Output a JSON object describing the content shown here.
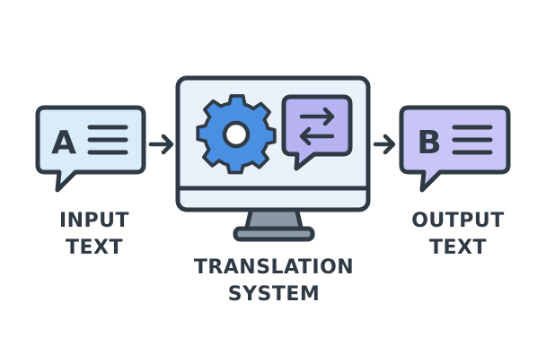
{
  "input": {
    "letter": "A",
    "label_line1": "INPUT",
    "label_line2": "TEXT"
  },
  "system": {
    "label_line1": "TRANSLATION",
    "label_line2": "SYSTEM",
    "icons": [
      "gear-icon",
      "swap-arrows-icon",
      "monitor-icon"
    ]
  },
  "output": {
    "letter": "B",
    "label_line1": "OUTPUT",
    "label_line2": "TEXT"
  },
  "colors": {
    "outline": "#2f3a45",
    "input_bubble_fill": "#d9ecfb",
    "screen_fill": "#eaf1fa",
    "gear_fill": "#4a90e2",
    "purple_fill": "#b7b3f2",
    "output_bubble_fill": "#c9c6f7",
    "stand_fill": "#8d98a6"
  }
}
